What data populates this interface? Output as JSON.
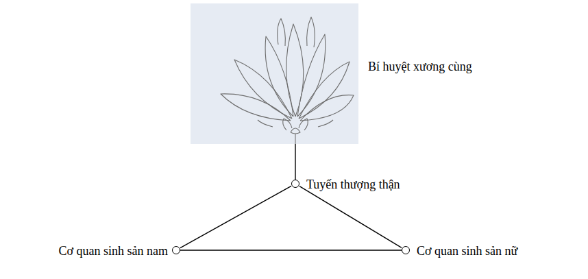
{
  "diagram": {
    "nodes": [
      {
        "text": [
          "Bí huyệt xương cùng"
        ]
      },
      {
        "text": [
          "Tuyến thượng thận"
        ]
      },
      {
        "text": [
          "Cơ quan sinh sản nam"
        ]
      },
      {
        "text": [
          "Cơ quan sinh sản nữ"
        ]
      }
    ],
    "edges": [
      {
        "from": 0,
        "to": 1,
        "arrow": "none"
      },
      {
        "from": 1,
        "to": 2,
        "arrow": "none"
      },
      {
        "from": 1,
        "to": 3,
        "arrow": "none"
      },
      {
        "from": 2,
        "to": 3,
        "arrow": "none"
      }
    ]
  }
}
